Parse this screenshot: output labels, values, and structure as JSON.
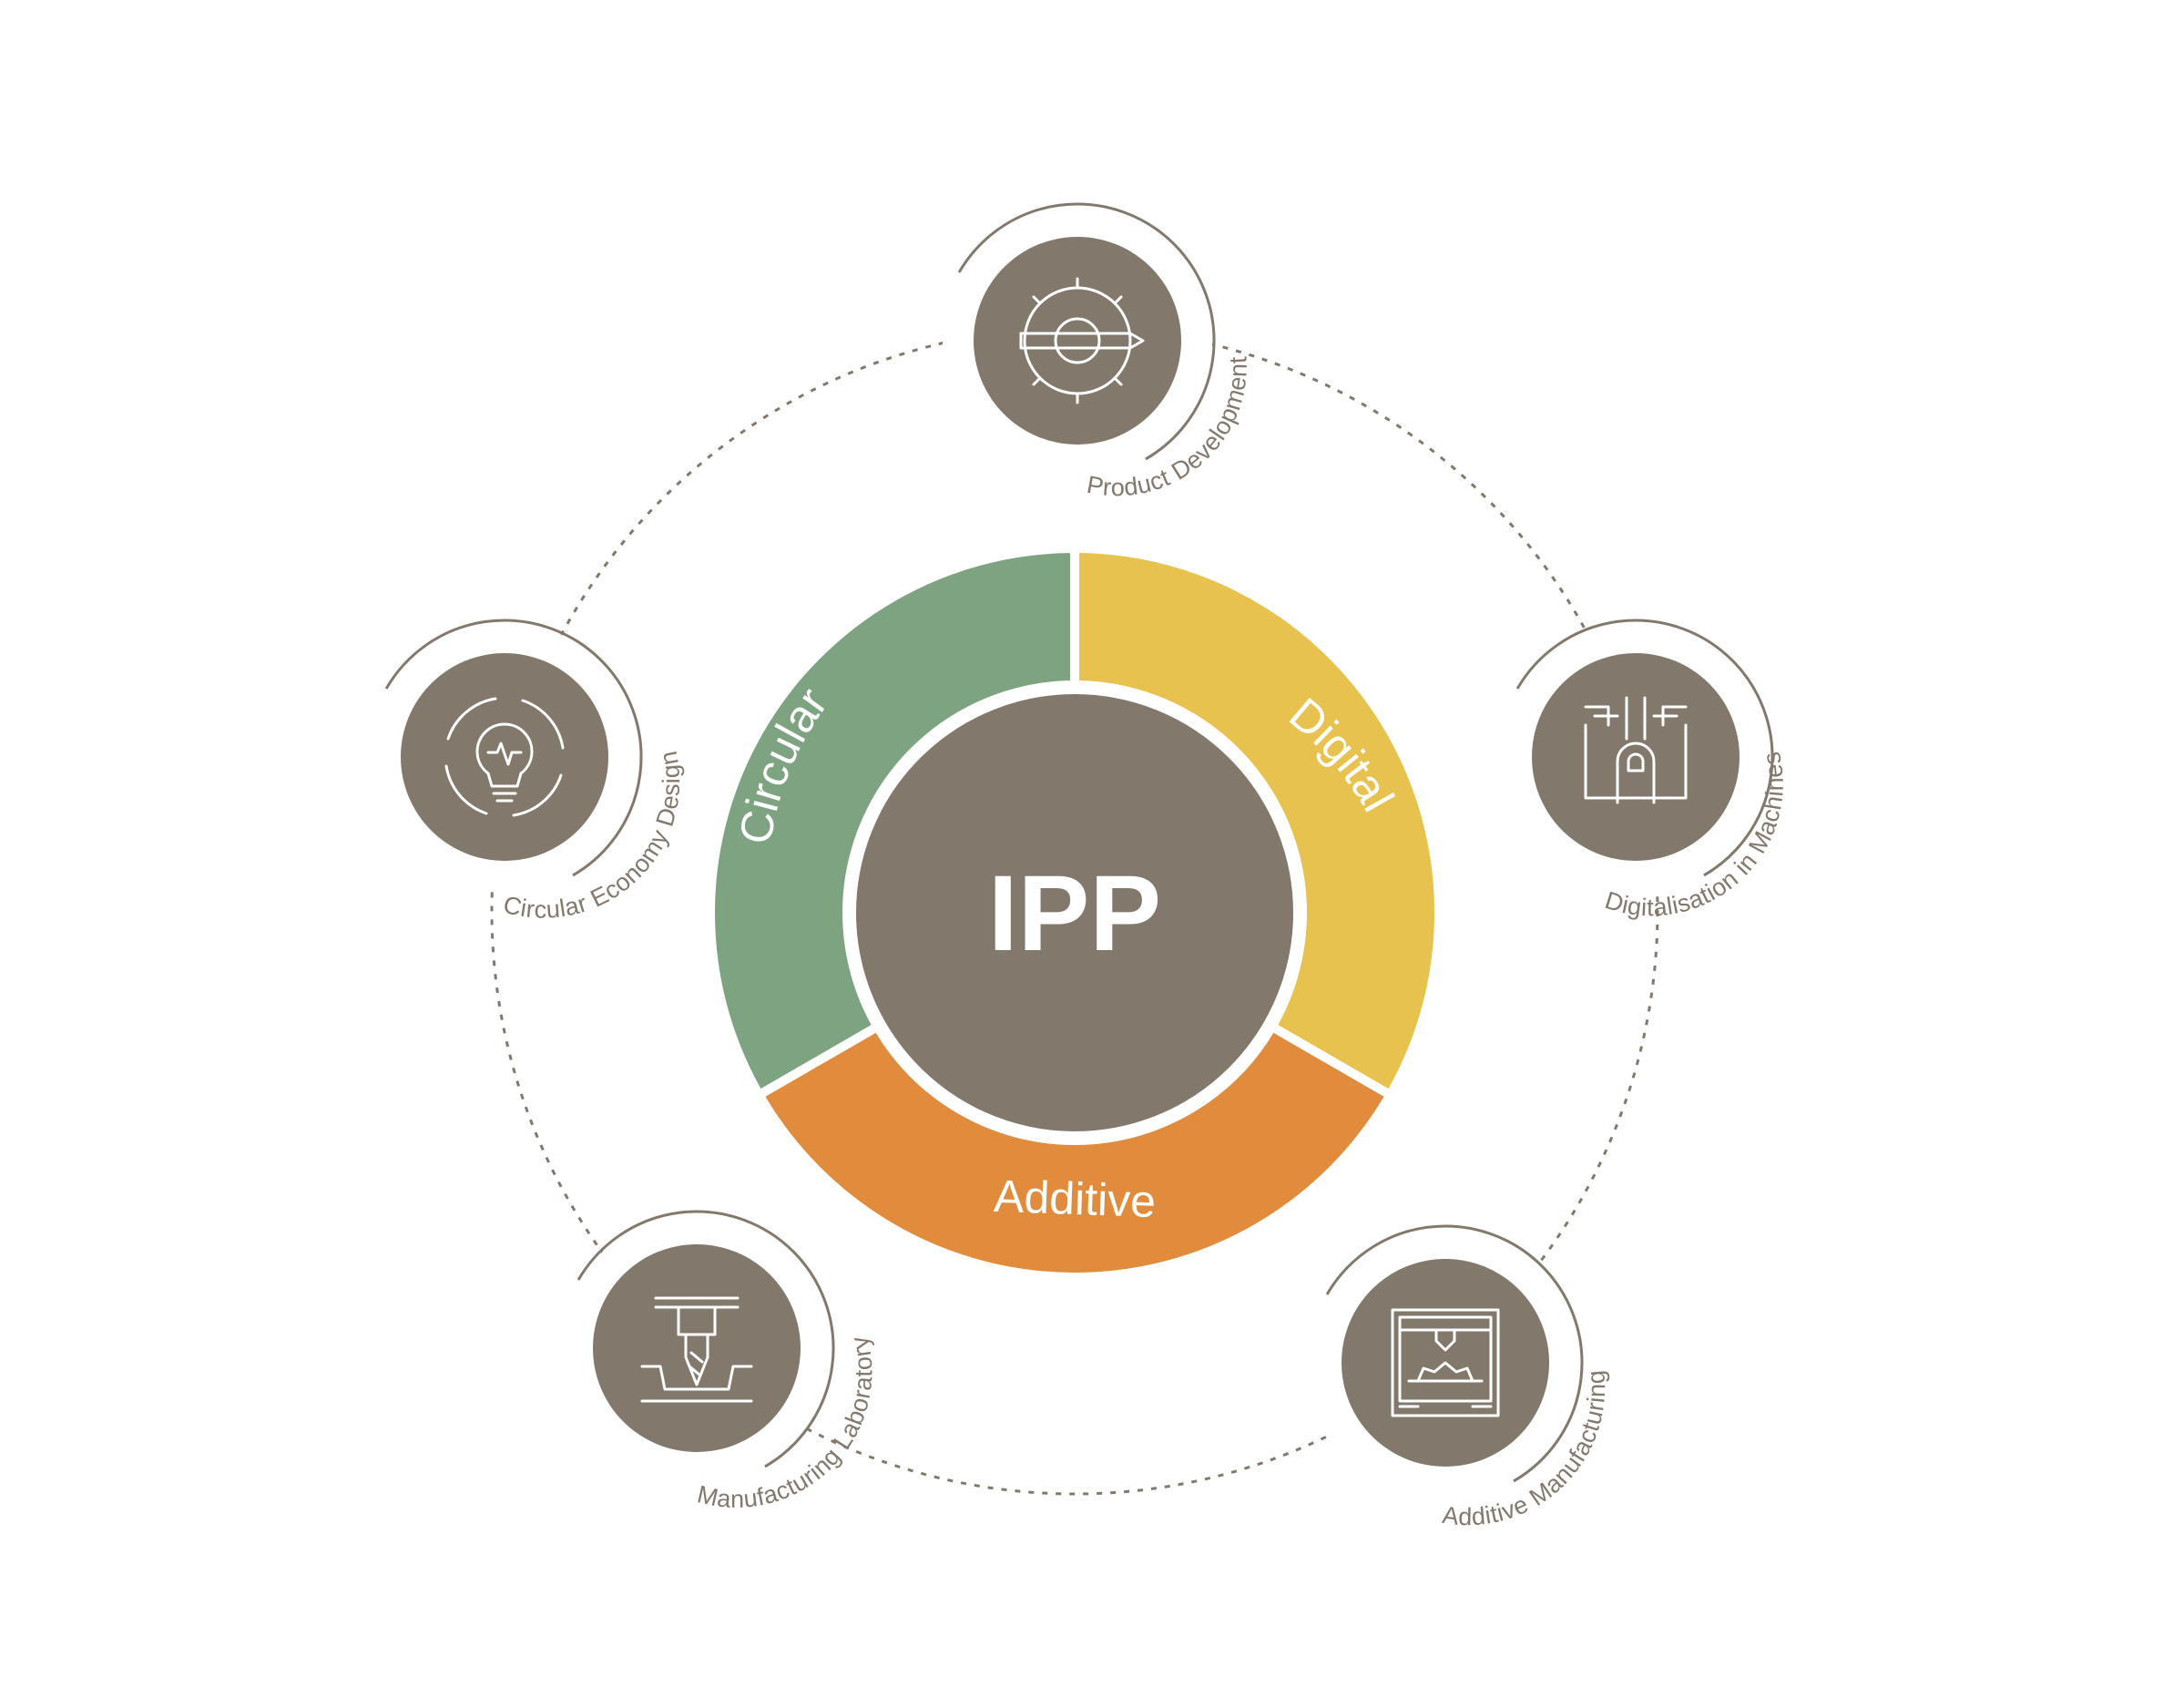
{
  "center": {
    "label": "IPP"
  },
  "segments": [
    {
      "id": "circular",
      "label": "Circular",
      "color": "#7ea381"
    },
    {
      "id": "digital",
      "label": "Digital",
      "color": "#e8c24f"
    },
    {
      "id": "additive",
      "label": "Additive",
      "color": "#e18b3d"
    }
  ],
  "nodes": [
    {
      "id": "product-development",
      "label": "Product Development",
      "icon": "gear-pencil-icon"
    },
    {
      "id": "digitalisation-machines",
      "label": "Digitalisation in Machines",
      "icon": "circuit-finger-icon"
    },
    {
      "id": "additive-manufacturing",
      "label": "Additive Manufacturing",
      "icon": "3d-printer-icon"
    },
    {
      "id": "manufacturing-laboratory",
      "label": "Manufacturing Laboratory",
      "icon": "milling-machine-icon"
    },
    {
      "id": "circular-economy-design",
      "label": "Circular Economy Design",
      "icon": "lightbulb-recycle-icon"
    }
  ],
  "colors": {
    "primary": "#83786c",
    "background": "#ffffff"
  }
}
